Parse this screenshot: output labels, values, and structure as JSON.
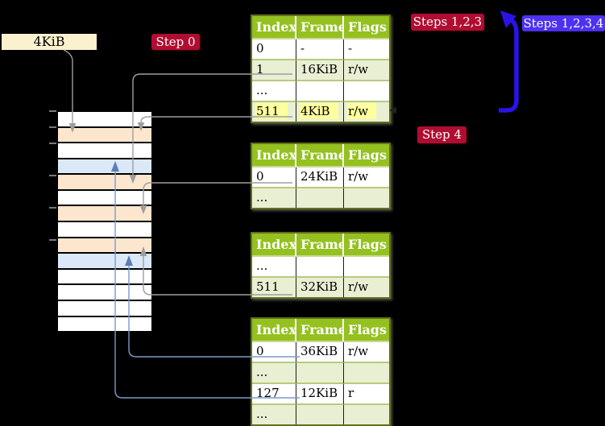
{
  "labels": {
    "phys_addr": "4KiB",
    "step0": "Step 0",
    "steps123": "Steps 1,2,3",
    "steps1234": "Steps 1,2,3,4",
    "step4": "Step 4"
  },
  "colors": {
    "background": "#000000",
    "table_header_bg": "#94c11f",
    "table_alt_row_bg": "#e9efd3",
    "highlight_bg": "#feff9d",
    "page_table_frame_bg": "#fce6cd",
    "mapped_page_bg": "#dbe8f8",
    "step_label_bg": "#b00d31",
    "steps1234_label_bg": "#4c31f0",
    "grey_connector": "#9e9e9e",
    "blue_connector": "#7d9ac8",
    "loop_arrow": "#2b13e8",
    "addr_label_bg": "#fcf1cf"
  },
  "memory": {
    "rows": [
      "frame",
      "pagetable",
      "frame",
      "page",
      "pagetable",
      "frame",
      "pagetable",
      "frame",
      "pagetable",
      "page",
      "frame",
      "frame",
      "frame",
      "frame"
    ]
  },
  "page_tables": [
    {
      "columns": [
        "Index",
        "Frame",
        "Flags"
      ],
      "rows": [
        {
          "cells": [
            "0",
            "-",
            "-"
          ]
        },
        {
          "cells": [
            "1",
            "16KiB",
            "r/w"
          ]
        },
        {
          "cells": [
            "...",
            "",
            ""
          ]
        },
        {
          "cells": [
            "511",
            "4KiB",
            "r/w"
          ]
        }
      ]
    },
    {
      "columns": [
        "Index",
        "Frame",
        "Flags"
      ],
      "rows": [
        {
          "cells": [
            "0",
            "24KiB",
            "r/w"
          ]
        },
        {
          "cells": [
            "...",
            "",
            ""
          ]
        }
      ]
    },
    {
      "columns": [
        "Index",
        "Frame",
        "Flags"
      ],
      "rows": [
        {
          "cells": [
            "...",
            "",
            ""
          ]
        },
        {
          "cells": [
            "511",
            "32KiB",
            "r/w"
          ]
        }
      ]
    },
    {
      "columns": [
        "Index",
        "Frame",
        "Flags"
      ],
      "rows": [
        {
          "cells": [
            "0",
            "36KiB",
            "r/w"
          ]
        },
        {
          "cells": [
            "...",
            "",
            ""
          ]
        },
        {
          "cells": [
            "127",
            "12KiB",
            "r"
          ]
        },
        {
          "cells": [
            "...",
            "",
            ""
          ]
        }
      ]
    }
  ],
  "connections": [
    "4KiB label -> memory row 4KiB",
    "table1 entry 1 (16KiB) -> memory row 16KiB",
    "table1 entry 511 (4KiB) -> memory row 4KiB",
    "table2 entry 0 (24KiB) -> memory row 24KiB",
    "table3 entry 511 (32KiB) -> memory row 32KiB",
    "table4 entry 0 (36KiB) -> memory row 36KiB",
    "table4 entry 127 (12KiB) -> memory row 12KiB",
    "loop arrow from table1 entry 511 back to table1 top"
  ]
}
